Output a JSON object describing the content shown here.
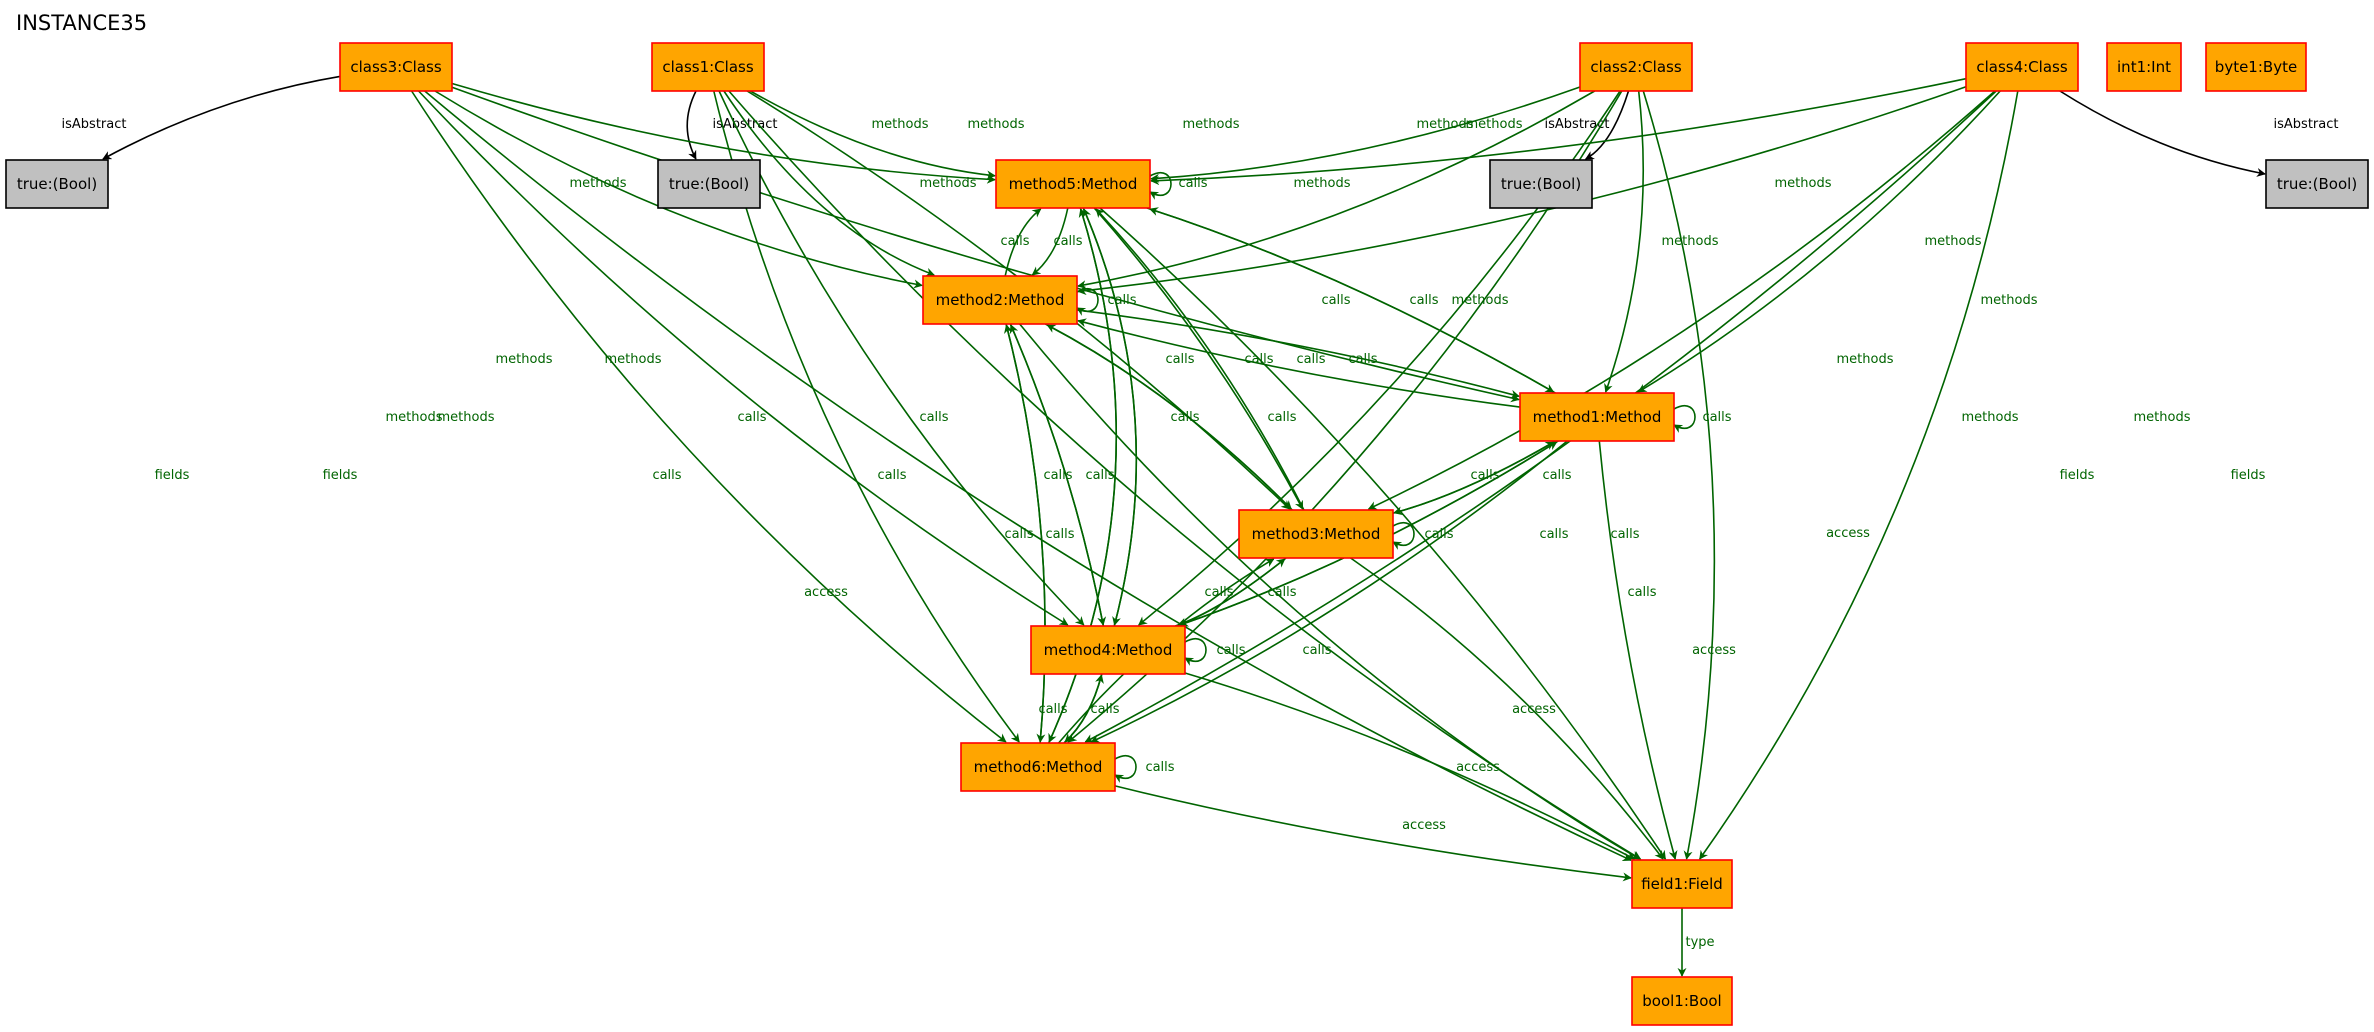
{
  "title": "INSTANCE35",
  "colors": {
    "node_fill": "#ffa500",
    "node_stroke": "#ff0000",
    "bool_fill": "#c0c0c0",
    "bool_stroke": "#000000",
    "edge_green": "#006400",
    "edge_black": "#000000"
  },
  "nodes": [
    {
      "id": "class3",
      "label": "class3:Class",
      "kind": "object"
    },
    {
      "id": "class1",
      "label": "class1:Class",
      "kind": "object"
    },
    {
      "id": "class2",
      "label": "class2:Class",
      "kind": "object"
    },
    {
      "id": "class4",
      "label": "class4:Class",
      "kind": "object"
    },
    {
      "id": "int1",
      "label": "int1:Int",
      "kind": "object"
    },
    {
      "id": "byte1",
      "label": "byte1:Byte",
      "kind": "object"
    },
    {
      "id": "true3",
      "label": "true:(Bool)",
      "kind": "value"
    },
    {
      "id": "true1",
      "label": "true:(Bool)",
      "kind": "value"
    },
    {
      "id": "true2",
      "label": "true:(Bool)",
      "kind": "value"
    },
    {
      "id": "true4",
      "label": "true:(Bool)",
      "kind": "value"
    },
    {
      "id": "method5",
      "label": "method5:Method",
      "kind": "object"
    },
    {
      "id": "method2",
      "label": "method2:Method",
      "kind": "object"
    },
    {
      "id": "method1",
      "label": "method1:Method",
      "kind": "object"
    },
    {
      "id": "method3",
      "label": "method3:Method",
      "kind": "object"
    },
    {
      "id": "method4",
      "label": "method4:Method",
      "kind": "object"
    },
    {
      "id": "method6",
      "label": "method6:Method",
      "kind": "object"
    },
    {
      "id": "field1",
      "label": "field1:Field",
      "kind": "object"
    },
    {
      "id": "bool1",
      "label": "bool1:Bool",
      "kind": "object"
    }
  ],
  "edges": [
    {
      "from": "class3",
      "to": "true3",
      "label": "isAbstract",
      "color": "black"
    },
    {
      "from": "class1",
      "to": "true1",
      "label": "isAbstract",
      "color": "black"
    },
    {
      "from": "class2",
      "to": "true2",
      "label": "isAbstract",
      "color": "black"
    },
    {
      "from": "class4",
      "to": "true4",
      "label": "isAbstract",
      "color": "black"
    },
    {
      "from": "class3",
      "to": "method5",
      "label": "methods",
      "color": "green"
    },
    {
      "from": "class3",
      "to": "method2",
      "label": "methods",
      "color": "green"
    },
    {
      "from": "class3",
      "to": "method1",
      "label": "methods",
      "color": "green"
    },
    {
      "from": "class3",
      "to": "method4",
      "label": "methods",
      "color": "green"
    },
    {
      "from": "class3",
      "to": "method6",
      "label": "methods",
      "color": "green"
    },
    {
      "from": "class3",
      "to": "field1",
      "label": "fields",
      "color": "green"
    },
    {
      "from": "class1",
      "to": "method5",
      "label": "methods",
      "color": "green"
    },
    {
      "from": "class1",
      "to": "method2",
      "label": "methods",
      "color": "green"
    },
    {
      "from": "class1",
      "to": "method3",
      "label": "methods",
      "color": "green"
    },
    {
      "from": "class1",
      "to": "method4",
      "label": "methods",
      "color": "green"
    },
    {
      "from": "class1",
      "to": "method6",
      "label": "methods",
      "color": "green"
    },
    {
      "from": "class1",
      "to": "field1",
      "label": "fields",
      "color": "green"
    },
    {
      "from": "class2",
      "to": "method5",
      "label": "methods",
      "color": "green"
    },
    {
      "from": "class2",
      "to": "method2",
      "label": "methods",
      "color": "green"
    },
    {
      "from": "class2",
      "to": "method1",
      "label": "methods",
      "color": "green"
    },
    {
      "from": "class2",
      "to": "method4",
      "label": "methods",
      "color": "green"
    },
    {
      "from": "class2",
      "to": "method6",
      "label": "methods",
      "color": "green"
    },
    {
      "from": "class2",
      "to": "field1",
      "label": "fields",
      "color": "green"
    },
    {
      "from": "class4",
      "to": "method5",
      "label": "methods",
      "color": "green"
    },
    {
      "from": "class4",
      "to": "method2",
      "label": "methods",
      "color": "green"
    },
    {
      "from": "class4",
      "to": "method1",
      "label": "methods",
      "color": "green"
    },
    {
      "from": "class4",
      "to": "method3",
      "label": "methods",
      "color": "green"
    },
    {
      "from": "class4",
      "to": "method6",
      "label": "methods",
      "color": "green"
    },
    {
      "from": "class4",
      "to": "field1",
      "label": "fields",
      "color": "green"
    },
    {
      "from": "method5",
      "to": "method5",
      "label": "calls",
      "color": "green"
    },
    {
      "from": "method5",
      "to": "method2",
      "label": "calls",
      "color": "green"
    },
    {
      "from": "method2",
      "to": "method5",
      "label": "calls",
      "color": "green"
    },
    {
      "from": "method5",
      "to": "method1",
      "label": "calls",
      "color": "green"
    },
    {
      "from": "method1",
      "to": "method5",
      "label": "calls",
      "color": "green"
    },
    {
      "from": "method5",
      "to": "method3",
      "label": "calls",
      "color": "green"
    },
    {
      "from": "method3",
      "to": "method5",
      "label": "calls",
      "color": "green"
    },
    {
      "from": "method4",
      "to": "method5",
      "label": "calls",
      "color": "green"
    },
    {
      "from": "method5",
      "to": "method4",
      "label": "calls",
      "color": "green"
    },
    {
      "from": "method6",
      "to": "method5",
      "label": "calls",
      "color": "green"
    },
    {
      "from": "method5",
      "to": "method6",
      "label": "calls",
      "color": "green"
    },
    {
      "from": "method5",
      "to": "field1",
      "label": "access",
      "color": "green"
    },
    {
      "from": "method2",
      "to": "method2",
      "label": "calls",
      "color": "green"
    },
    {
      "from": "method2",
      "to": "method1",
      "label": "calls",
      "color": "green"
    },
    {
      "from": "method1",
      "to": "method2",
      "label": "calls",
      "color": "green"
    },
    {
      "from": "method2",
      "to": "method3",
      "label": "calls",
      "color": "green"
    },
    {
      "from": "method3",
      "to": "method2",
      "label": "calls",
      "color": "green"
    },
    {
      "from": "method2",
      "to": "method4",
      "label": "calls",
      "color": "green"
    },
    {
      "from": "method4",
      "to": "method2",
      "label": "calls",
      "color": "green"
    },
    {
      "from": "method2",
      "to": "method6",
      "label": "calls",
      "color": "green"
    },
    {
      "from": "method6",
      "to": "method2",
      "label": "calls",
      "color": "green"
    },
    {
      "from": "method2",
      "to": "field1",
      "label": "access",
      "color": "green"
    },
    {
      "from": "method1",
      "to": "method1",
      "label": "calls",
      "color": "green"
    },
    {
      "from": "method1",
      "to": "method3",
      "label": "calls",
      "color": "green"
    },
    {
      "from": "method3",
      "to": "method1",
      "label": "calls",
      "color": "green"
    },
    {
      "from": "method1",
      "to": "method4",
      "label": "calls",
      "color": "green"
    },
    {
      "from": "method4",
      "to": "method1",
      "label": "calls",
      "color": "green"
    },
    {
      "from": "method1",
      "to": "method6",
      "label": "calls",
      "color": "green"
    },
    {
      "from": "method1",
      "to": "field1",
      "label": "access",
      "color": "green"
    },
    {
      "from": "method3",
      "to": "method3",
      "label": "calls",
      "color": "green"
    },
    {
      "from": "method3",
      "to": "method4",
      "label": "calls",
      "color": "green"
    },
    {
      "from": "method4",
      "to": "method3",
      "label": "calls",
      "color": "green"
    },
    {
      "from": "method6",
      "to": "method3",
      "label": "calls",
      "color": "green"
    },
    {
      "from": "method3",
      "to": "field1",
      "label": "access",
      "color": "green"
    },
    {
      "from": "method4",
      "to": "method4",
      "label": "calls",
      "color": "green"
    },
    {
      "from": "method4",
      "to": "method6",
      "label": "calls",
      "color": "green"
    },
    {
      "from": "method6",
      "to": "method4",
      "label": "calls",
      "color": "green"
    },
    {
      "from": "method4",
      "to": "field1",
      "label": "access",
      "color": "green"
    },
    {
      "from": "method6",
      "to": "method6",
      "label": "calls",
      "color": "green"
    },
    {
      "from": "method6",
      "to": "field1",
      "label": "access",
      "color": "green"
    },
    {
      "from": "field1",
      "to": "bool1",
      "label": "type",
      "color": "green"
    }
  ]
}
